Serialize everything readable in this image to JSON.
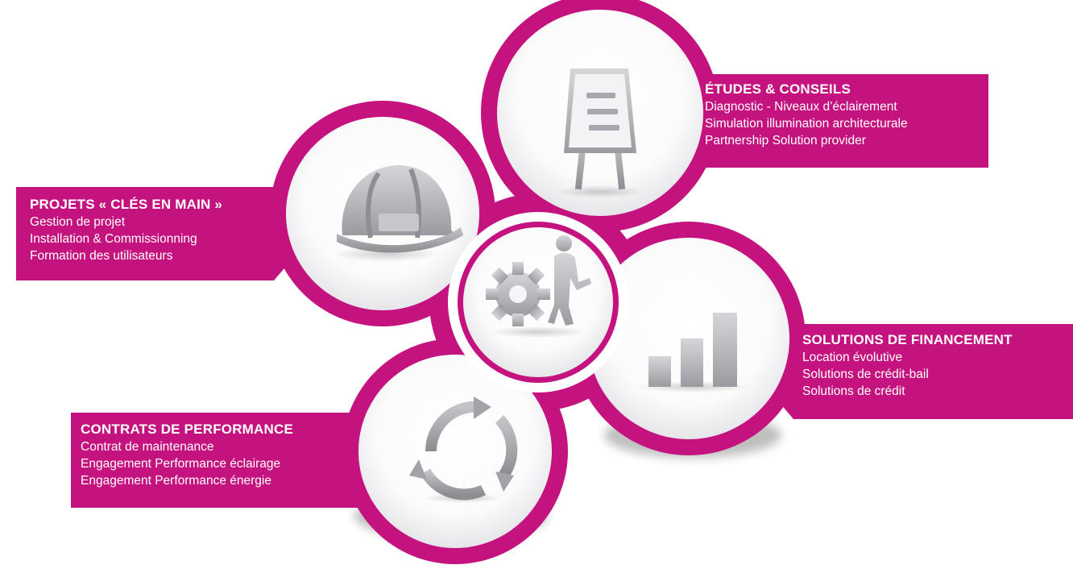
{
  "colors": {
    "accent": "#c4137f",
    "accent_dark": "#9e0c66",
    "icon_gray": "#b9b9bd",
    "background": "#ffffff"
  },
  "sections": [
    {
      "key": "etudes",
      "title": "ÉTUDES & CONSEILS",
      "icon": "flipchart-icon",
      "items": [
        "Diagnostic - Niveaux d’éclairement",
        "Simulation illumination architecturale",
        "Partnership Solution provider"
      ]
    },
    {
      "key": "projets",
      "title": "PROJETS « CLÉS EN MAIN »",
      "icon": "hard-hat-icon",
      "items": [
        "Gestion de projet",
        "Installation & Commissionning",
        "Formation des utilisateurs"
      ]
    },
    {
      "key": "financement",
      "title": "SOLUTIONS DE FINANCEMENT",
      "icon": "bar-chart-icon",
      "items": [
        "Location évolutive",
        "Solutions de crédit-bail",
        "Solutions de crédit"
      ]
    },
    {
      "key": "contrats",
      "title": "CONTRATS DE PERFORMANCE",
      "icon": "cycle-arrows-icon",
      "items": [
        "Contrat de maintenance",
        "Engagement Performance éclairage",
        "Engagement Performance énergie"
      ]
    }
  ],
  "center_icon": "gear-person-icon"
}
